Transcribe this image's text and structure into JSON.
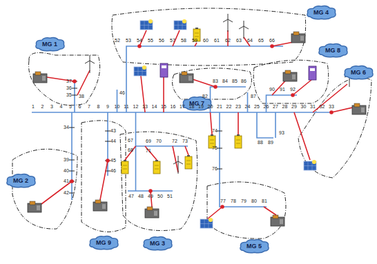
{
  "diagram": {
    "nodes": [
      {
        "text": [
          "MG 4"
        ]
      },
      {
        "text": [
          "MG 1"
        ]
      },
      {
        "text": [
          "MG 8"
        ]
      },
      {
        "text": [
          "MG 6"
        ]
      },
      {
        "text": [
          "MG 7"
        ]
      },
      {
        "text": [
          "MG 2"
        ]
      },
      {
        "text": [
          "MG 9"
        ]
      },
      {
        "text": [
          "MG 3"
        ]
      },
      {
        "text": [
          "MG 5"
        ]
      }
    ],
    "labels": [
      "1",
      "2",
      "3",
      "4",
      "5",
      "6",
      "7",
      "8",
      "9",
      "10",
      "11",
      "12",
      "13",
      "14",
      "15",
      "16",
      "17",
      "18",
      "19",
      "20",
      "21",
      "22",
      "23",
      "24",
      "25",
      "26",
      "27",
      "28",
      "29",
      "30",
      "31",
      "32",
      "33",
      "34",
      "39",
      "40",
      "41",
      "42",
      "35",
      "36",
      "37",
      "38",
      "46",
      "43",
      "44",
      "45",
      "46",
      "52",
      "53",
      "54",
      "55",
      "56",
      "57",
      "58",
      "59",
      "60",
      "61",
      "62",
      "63",
      "64",
      "65",
      "66",
      "67",
      "68",
      "69",
      "70",
      "71",
      "72",
      "73",
      "47",
      "48",
      "49",
      "50",
      "51",
      "74",
      "75",
      "76",
      "77",
      "78",
      "79",
      "80",
      "81",
      "82",
      "83",
      "84",
      "85",
      "86",
      "87",
      "88",
      "89",
      "90",
      "91",
      "92",
      "93"
    ]
  }
}
